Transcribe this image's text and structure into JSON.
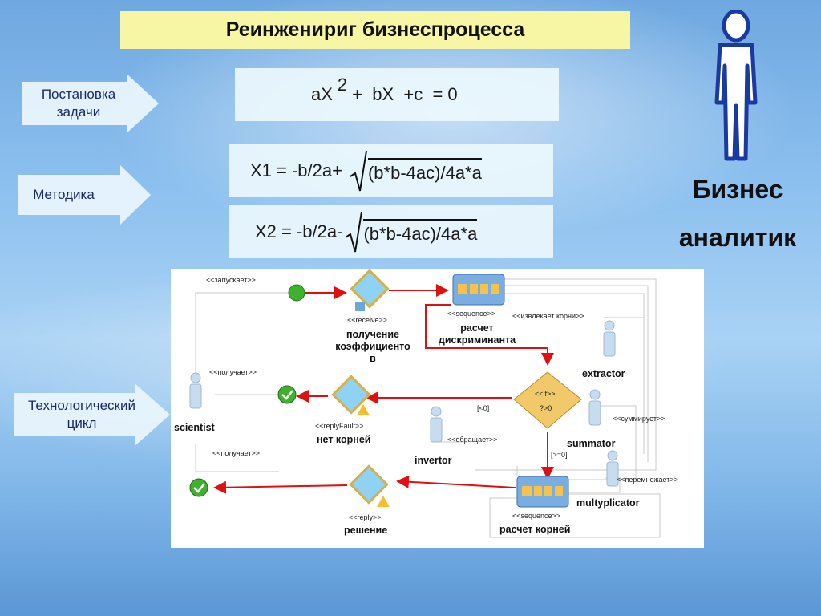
{
  "title": "Реинженириг бизнеспроцесса",
  "left_arrows": {
    "problem": [
      "Постановка",
      "задачи"
    ],
    "method": "Методика",
    "cycle": [
      "Технологический",
      "цикл"
    ]
  },
  "formulas": {
    "quadratic_a": "aX",
    "quadratic_exp": "2",
    "quadratic_rest": "+  bX  +c  = 0",
    "x1_left": "X1 = -b/2a+",
    "x1_right": "(b*b-4ac)/4a*a",
    "x2_left": "X2 = -b/2a-",
    "x2_right": "(b*b-4ac)/4a*a"
  },
  "analyst": [
    "Бизнес",
    "аналитик"
  ],
  "diagram": {
    "stereotype_launches": "<<запускает>>",
    "stereotype_receive": "<<receive>>",
    "receive_label": [
      "получение",
      "коэффициенто",
      "в"
    ],
    "stereotype_sequence_1": "<<sequence>>",
    "extracts_roots": "<<извлекает корни>>",
    "sequence_1_label": [
      "расчет",
      "дискриминанта"
    ],
    "extractor": "extractor",
    "gets_1": "<<получает>>",
    "if_label": [
      "<<if>>",
      "?>0"
    ],
    "branch_less": "[<0]",
    "summarizes": "<<суммирует>>",
    "scientist": "scientist",
    "stereotype_reply_fault": "<<replyFault>>",
    "reply_fault_label": "нет корней",
    "calls": "<<обращает>>",
    "summator": "summator",
    "branch_geq": "[>=0]",
    "invertor": "invertor",
    "gets_2": "<<получает>>",
    "multiplies": "<<перемножает>>",
    "multyplicator": "multyplicator",
    "stereotype_reply": "<<reply>>",
    "reply_label": "решение",
    "stereotype_sequence_2": "<<sequence>>",
    "sequence_2_label": "расчет корней"
  },
  "colors": {
    "title_bg": "#f7f6a4",
    "arrow_fill": "#e8f4fc",
    "flow_red": "#e01010",
    "diamond_gold": "#f2c96a"
  }
}
